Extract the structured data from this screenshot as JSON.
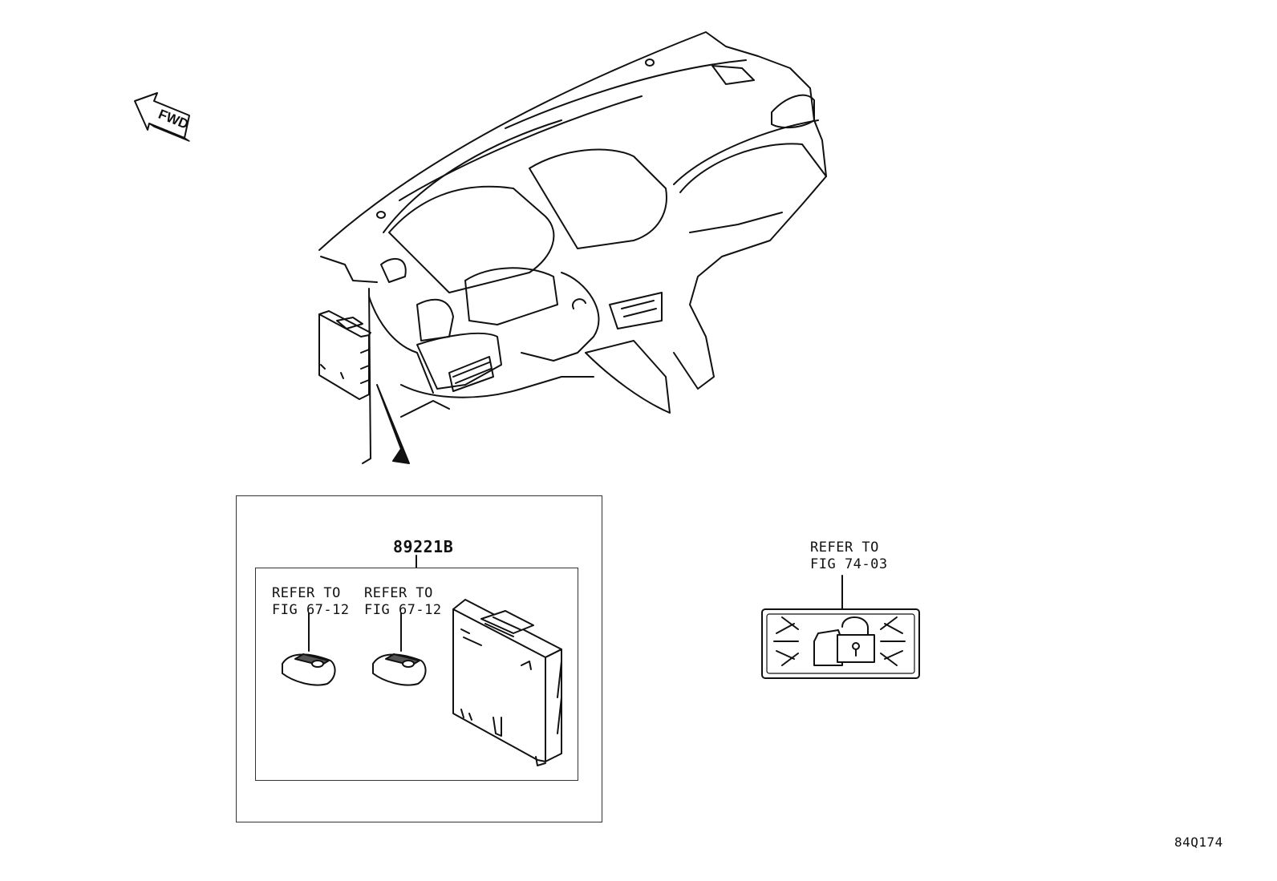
{
  "fwd_arrow": {
    "label": "FWD"
  },
  "kit": {
    "part_number": "89221B",
    "refs": [
      {
        "line1": "REFER TO",
        "line2": "FIG 67-12"
      },
      {
        "line1": "REFER TO",
        "line2": "FIG 67-12"
      }
    ]
  },
  "security_label": {
    "line1": "REFER TO",
    "line2": "FIG 74-03"
  },
  "diagram_id": "84Q174"
}
